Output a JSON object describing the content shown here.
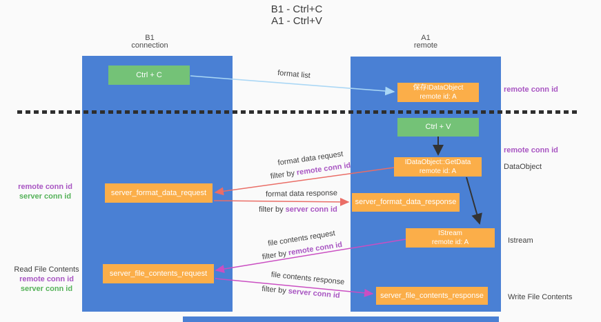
{
  "title": {
    "line1": "B1 - Ctrl+C",
    "line2": "A1 - Ctrl+V"
  },
  "lanes": {
    "left": {
      "header_top": "B1",
      "header_bottom": "connection"
    },
    "right": {
      "header_top": "A1",
      "header_bottom": "remote"
    }
  },
  "nodes": {
    "ctrl_c": {
      "label": "Ctrl + C"
    },
    "save_idataobject": {
      "line1": "保存IDataObject",
      "line2": "remote id: A"
    },
    "ctrl_v": {
      "label": "Ctrl + V"
    },
    "getdata": {
      "line1": "IDataObject::GetData",
      "line2": "remote id: A"
    },
    "format_request": {
      "label": "server_format_data_request"
    },
    "format_response": {
      "label": "server_format_data_response"
    },
    "istream": {
      "line1": "IStream",
      "line2": "remote id: A"
    },
    "file_request": {
      "label": "server_file_contents_request"
    },
    "file_response": {
      "label": "server_file_contents_response"
    }
  },
  "arrows": {
    "format_list": {
      "label": "format list"
    },
    "format_request": {
      "label": "format data request",
      "filter_prefix": "filter by",
      "filter_id": "remote conn id"
    },
    "format_response": {
      "label": "format data response",
      "filter_prefix": "filter by",
      "filter_id": "server conn id"
    },
    "file_request": {
      "label": "file contents request",
      "filter_prefix": "filter by",
      "filter_id": "remote conn id"
    },
    "file_response": {
      "label": "file contents response",
      "filter_prefix": "filter by",
      "filter_id": "server conn id"
    }
  },
  "margin_labels": {
    "left_format": {
      "remote": "remote conn id",
      "server": "server conn id"
    },
    "left_file": {
      "title": "Read File Contents",
      "remote": "remote conn id",
      "server": "server conn id"
    },
    "right_clipboard": {
      "remote": "remote conn id"
    },
    "right_dataobject": {
      "remote": "remote conn id",
      "name": "DataObject"
    },
    "right_istream": {
      "name": "Istream"
    },
    "right_write": {
      "name": "Write File Contents"
    }
  },
  "colors": {
    "lane_blue": "#4a80d4",
    "node_green": "#74c277",
    "node_orange": "#fbae49",
    "arrow_red": "#ea6d66",
    "arrow_magenta": "#ca4ec2",
    "arrow_lightblue": "#aad7f5",
    "arrow_black": "#333333",
    "text_purple": "#a855c2",
    "text_green": "#55b259",
    "text_dark": "#3f3f3f",
    "background": "#fafafa"
  }
}
